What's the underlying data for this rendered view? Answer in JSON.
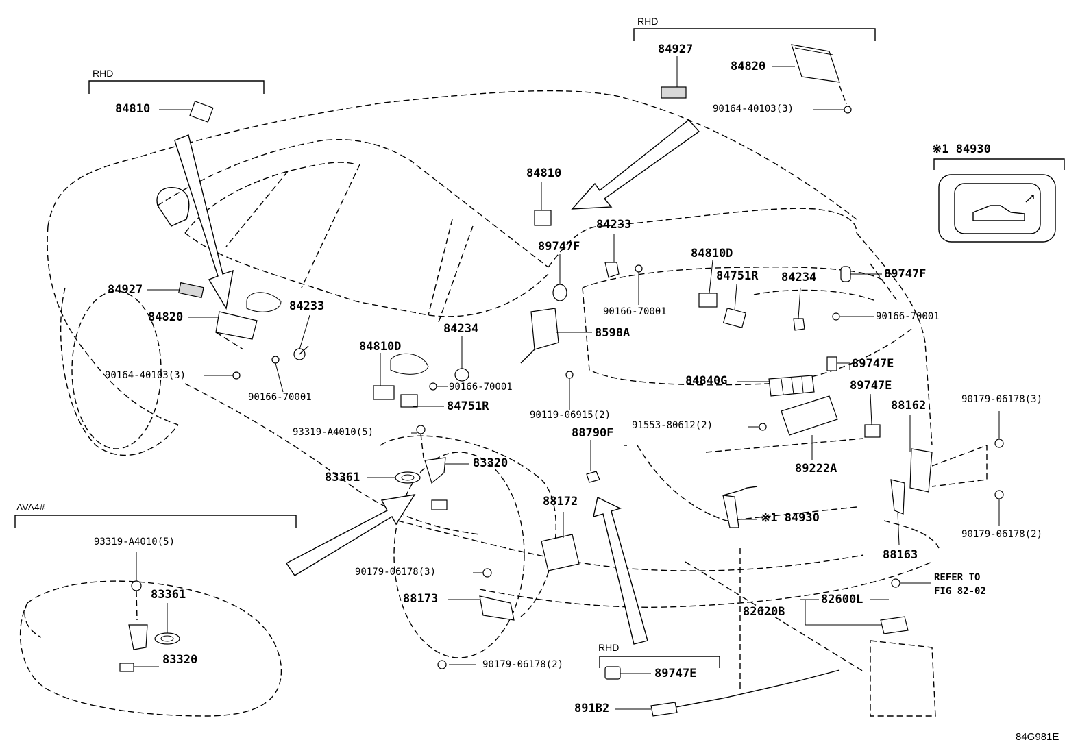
{
  "diagram_code": "84G981E",
  "sections": {
    "rhd_left": "RHD",
    "rhd_top": "RHD",
    "rhd_bottom": "RHD",
    "ava4": "AVA4#",
    "note_84930": "※1 84930"
  },
  "parts": {
    "p84810_a": "84810",
    "p84927_a": "84927",
    "p84820_a": "84820",
    "p90164_a": "90164-40103(3)",
    "p84233_a": "84233",
    "p90166_a": "90166-70001",
    "p84927_b": "84927",
    "p84820_b": "84820",
    "p90164_b": "90164-40103(3)",
    "p84810_b": "84810",
    "p84233_b": "84233",
    "p89747F_a": "89747F",
    "p90166_b": "90166-70001",
    "p84810D_a": "84810D",
    "p84751R_a": "84751R",
    "p84234_a": "84234",
    "p89747F_b": "89747F",
    "p90166_c": "90166-70001",
    "p8598A": "8598A",
    "p84810D_b": "84810D",
    "p84234_b": "84234",
    "p90166_d": "90166-70001",
    "p84751R_b": "84751R",
    "p90119": "90119-06915(2)",
    "p89747E_a": "89747E",
    "p84840G": "84840G",
    "p89747E_b": "89747E",
    "p88162": "88162",
    "p90179_a": "90179-06178(3)",
    "p93319_a": "93319-A4010(5)",
    "p91553": "91553-80612(2)",
    "p88790F": "88790F",
    "p83320_a": "83320",
    "p89222A": "89222A",
    "p83361_a": "83361",
    "p84930": "※1 84930",
    "p88172": "88172",
    "p90179_b": "90179-06178(2)",
    "p88163": "88163",
    "p90179_c": "90179-06178(3)",
    "p88173": "88173",
    "p82620B": "82620B",
    "p82600L": "82600L",
    "p90179_d": "90179-06178(2)",
    "p89747E_c": "89747E",
    "p891B2": "891B2",
    "p93319_b": "93319-A4010(5)",
    "p83361_b": "83361",
    "p83320_b": "83320"
  },
  "refer": {
    "line1": "REFER TO",
    "line2": "FIG 82-02"
  }
}
